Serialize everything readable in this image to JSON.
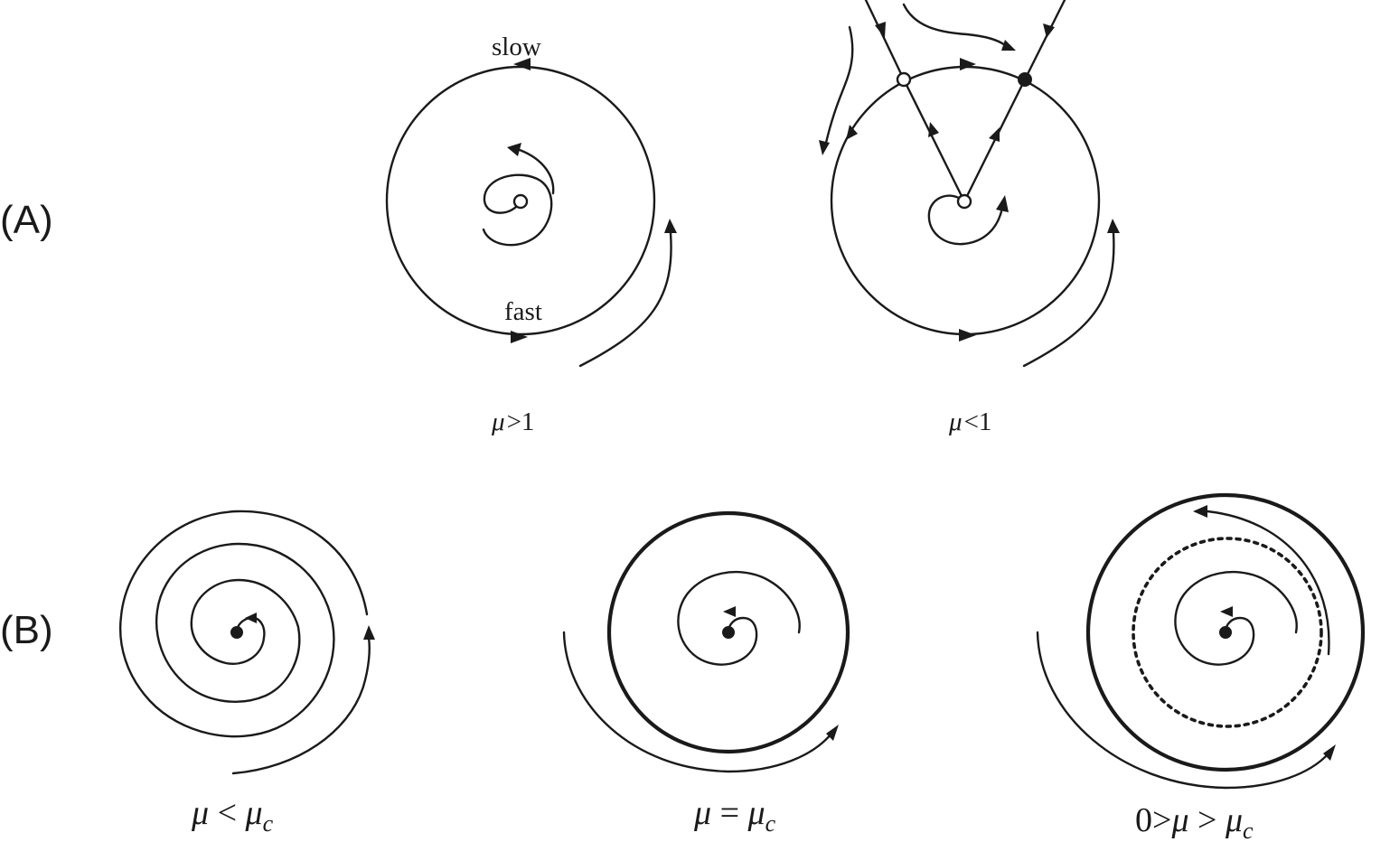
{
  "rows": {
    "a_label": "(A)",
    "b_label": "(B)"
  },
  "panel_a1": {
    "top_label": "slow",
    "bottom_label": "fast",
    "mu": "μ",
    "relation": ">1"
  },
  "panel_a2": {
    "mu": "μ",
    "relation": "<1"
  },
  "panel_b1": {
    "mu": "μ",
    "relation": " < ",
    "mu_c": "μ",
    "sub_c": "c"
  },
  "panel_b2": {
    "mu": "μ",
    "relation": " = ",
    "mu_c": "μ",
    "sub_c": "c"
  },
  "panel_b3": {
    "prefix": "0>",
    "mu": "μ",
    "relation": " > ",
    "mu_c": "μ",
    "sub_c": "c"
  }
}
